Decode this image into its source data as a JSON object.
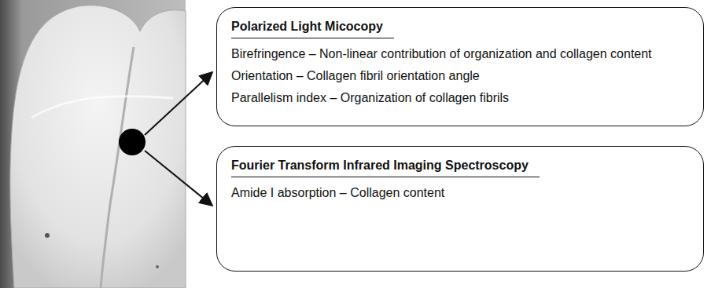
{
  "diagram": {
    "nodes": [
      {
        "text": [
          "Polarized Light Micocopy",
          "Birefringence – Non-linear contribution of organization and collagen content",
          "Orientation – Collagen fibril orientation angle",
          "Parallelism index – Organization of collagen fibrils"
        ]
      },
      {
        "text": [
          "Fourier Transform Infrared Imaging Spectroscopy",
          "Amide I absorption – Collagen content"
        ]
      }
    ]
  }
}
